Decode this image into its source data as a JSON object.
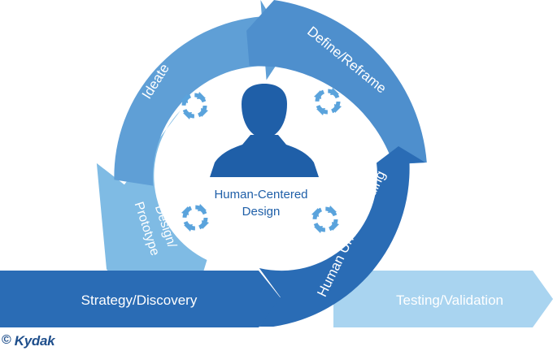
{
  "diagram": {
    "center": {
      "title_line1": "Human-Centered",
      "title_line2": "Design"
    },
    "segments": {
      "ideate": "Ideate",
      "define": "Define/Reframe",
      "design_line1": "Design/",
      "design_line2": "Prototype",
      "human_understanding": "Human Understanding"
    },
    "arrows": {
      "strategy": "Strategy/Discovery",
      "testing": "Testing/Validation"
    }
  },
  "branding": {
    "copyright_symbol": "©",
    "name": "Kydak"
  },
  "colors": {
    "light_blue": "#7fbbe4",
    "mid_blue": "#5f9fd6",
    "blue": "#4e8fcd",
    "dark_blue": "#2a6cb5",
    "pale_blue": "#a9d4f0",
    "navy": "#1f5fa8"
  }
}
